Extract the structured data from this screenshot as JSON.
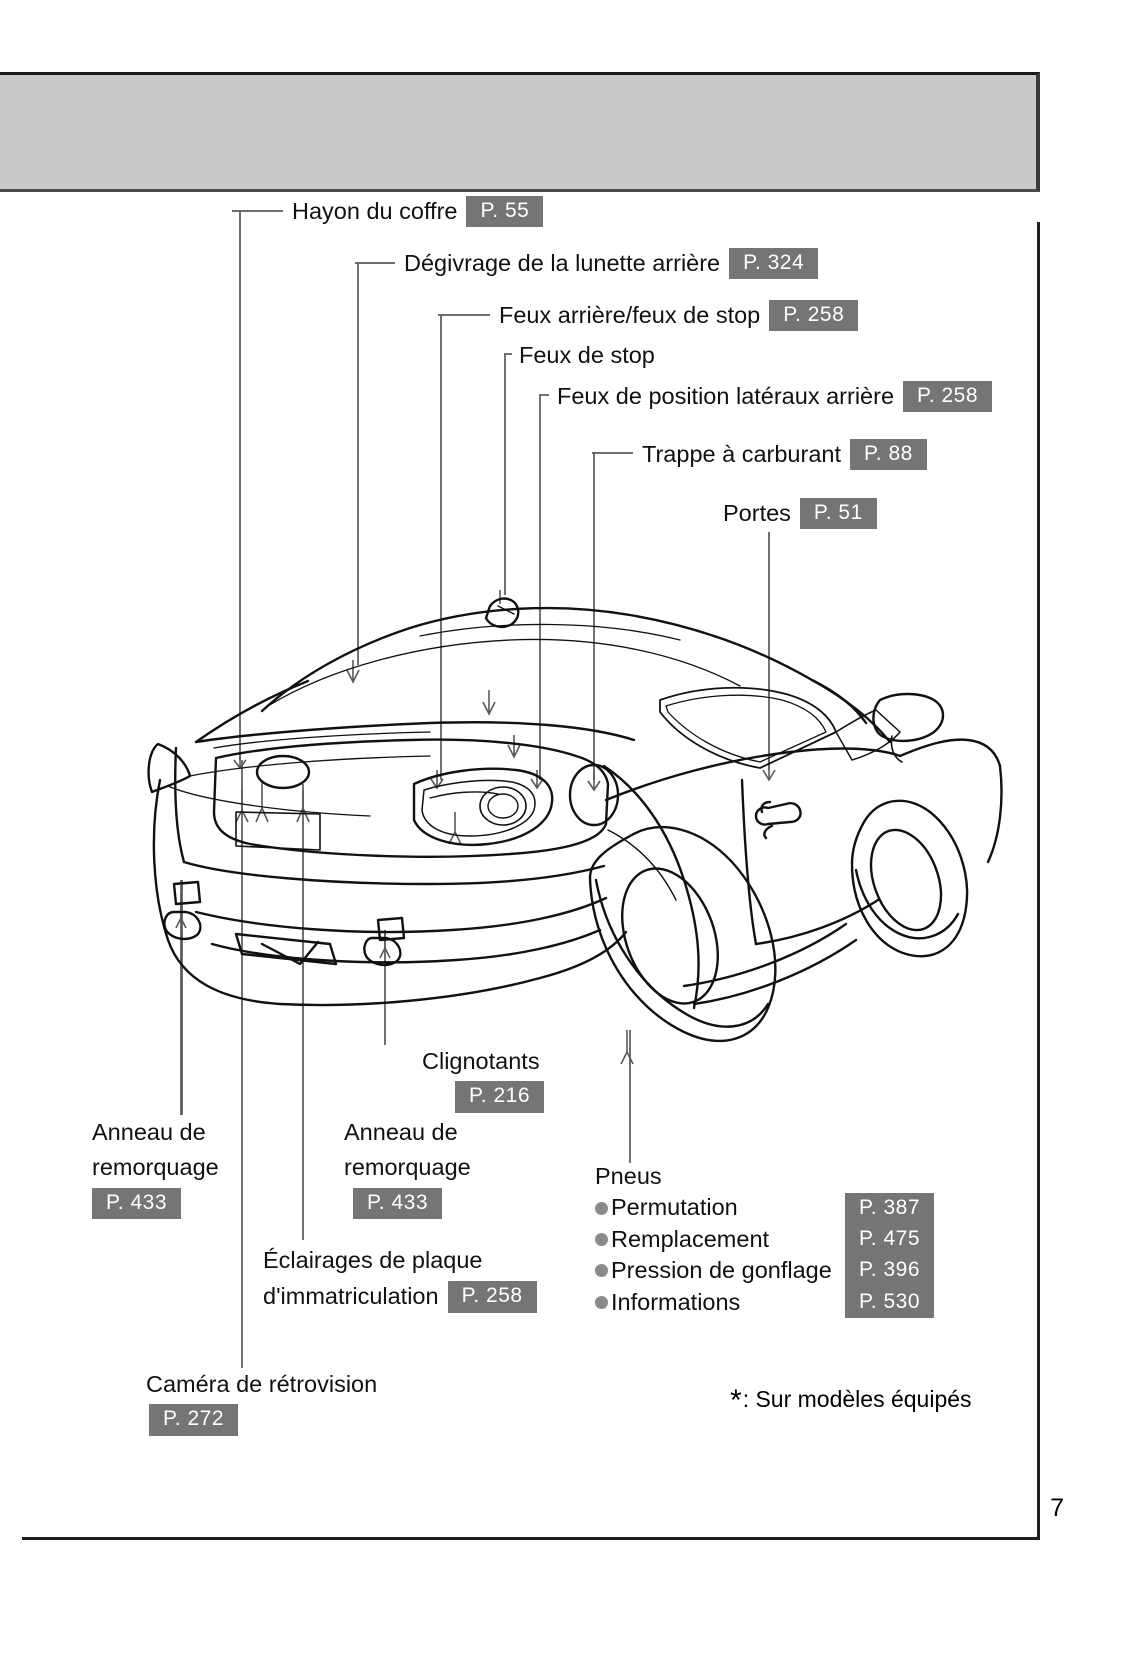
{
  "page": {
    "number": "7",
    "footnote": "Sur modèles équipés",
    "footnote_marker": "*"
  },
  "callouts": [
    {
      "id": "hayon",
      "label": "Hayon du coffre",
      "page": "P. 55"
    },
    {
      "id": "degivrage",
      "label": "Dégivrage de la lunette arrière",
      "page": "P. 324"
    },
    {
      "id": "feux-arriere",
      "label": "Feux arrière/feux de stop",
      "page": "P. 258"
    },
    {
      "id": "feux-stop",
      "label": "Feux de stop",
      "page": ""
    },
    {
      "id": "feux-position",
      "label": "Feux de position latéraux arrière",
      "page": "P. 258"
    },
    {
      "id": "trappe",
      "label": "Trappe à carburant",
      "page": "P. 88"
    },
    {
      "id": "portes",
      "label": "Portes",
      "page": "P. 51"
    },
    {
      "id": "clignotants",
      "label": "Clignotants",
      "page": "P. 216"
    },
    {
      "id": "anneau-gauche",
      "label_line1": "Anneau de",
      "label_line2": "remorquage",
      "page": "P. 433"
    },
    {
      "id": "anneau-droit",
      "label_line1": "Anneau de",
      "label_line2": "remorquage",
      "page": "P. 433"
    },
    {
      "id": "eclairages",
      "label_line1": "Éclairages de plaque",
      "label_line2": "d'immatriculation",
      "page": "P. 258"
    },
    {
      "id": "camera",
      "label": "Caméra de rétrovision",
      "page": "P. 272"
    }
  ],
  "pneus": {
    "title": "Pneus",
    "items": [
      {
        "label": "Permutation",
        "page": "P. 387"
      },
      {
        "label": "Remplacement",
        "page": "P. 475"
      },
      {
        "label": "Pression de gonflage",
        "page": "P. 396"
      },
      {
        "label": "Informations",
        "page": "P. 530"
      }
    ]
  },
  "colors": {
    "header_band": "#c9c9c9",
    "badge_bg": "#757575",
    "badge_fg": "#ffffff",
    "bullet": "#8a8a8a",
    "line": "#595959",
    "outline": "#111111"
  }
}
